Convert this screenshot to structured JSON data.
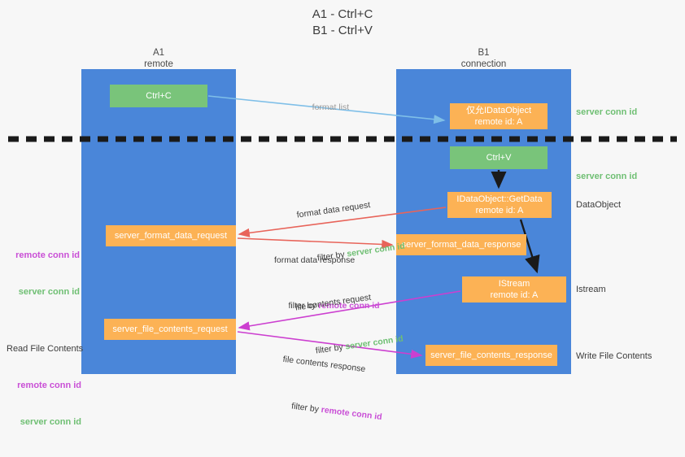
{
  "title": {
    "line1": "A1 - Ctrl+C",
    "line2": "B1 - Ctrl+V"
  },
  "colors": {
    "lane": "#4a86d9",
    "green_box": "#79c47a",
    "orange_box": "#fcb255",
    "server_conn": "#6fbf73",
    "remote_conn": "#c94fd6",
    "red_arrow": "#e8645a",
    "magenta_arrow": "#cc3fd0",
    "blue_arrow": "#7fbfe8",
    "black_arrow": "#1a1a1a",
    "background": "#f7f7f7"
  },
  "lanes": [
    {
      "id": "a1",
      "title": "A1",
      "subtitle": "remote"
    },
    {
      "id": "b1",
      "title": "B1",
      "subtitle": "connection"
    }
  ],
  "boxes": {
    "ctrl_c": {
      "line1": "Ctrl+C"
    },
    "idataobject": {
      "line1": "仅允IDataObject",
      "line2": "remote id: A"
    },
    "ctrl_v": {
      "line1": "Ctrl+V"
    },
    "getdata": {
      "line1": "IDataObject::GetData",
      "line2": "remote id: A"
    },
    "server_format_data_request": {
      "line1": "server_format_data_request"
    },
    "server_format_data_response": {
      "line1": "server_format_data_response"
    },
    "istream": {
      "line1": "IStream",
      "line2": "remote id: A"
    },
    "server_file_contents_request": {
      "line1": "server_file_contents_request"
    },
    "server_file_contents_response": {
      "line1": "server_file_contents_response"
    }
  },
  "arrow_labels": {
    "format_list": "format list",
    "format_data_request": "format data request",
    "format_data_request_filter_prefix": "filter by ",
    "format_data_request_filter_value": "server conn id",
    "format_data_response": "format data response",
    "format_data_response_filter_prefix": "filter by ",
    "format_data_response_filter_value": "remote conn id",
    "file_contents_request": "file contents request",
    "file_contents_request_filter_prefix": "filter by ",
    "file_contents_request_filter_value": "server conn id",
    "file_contents_response": "file contents response",
    "file_contents_response_filter_prefix": "filter by ",
    "file_contents_response_filter_value": "remote conn id"
  },
  "annotations": {
    "server_conn_id_top": "server conn id",
    "server_conn_id_mid": "server conn id",
    "dataobject": "DataObject",
    "istream": "Istream",
    "write_file_contents": "Write File Contents",
    "read_file_contents": "Read File Contents",
    "remote_conn_id": "remote conn id",
    "server_conn_id": "server conn id"
  }
}
